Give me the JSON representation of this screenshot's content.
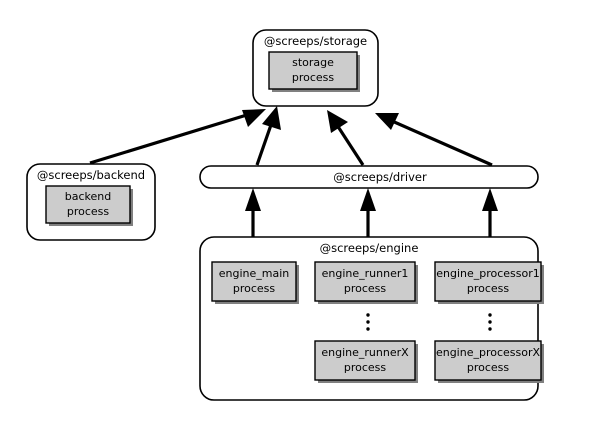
{
  "diagram": {
    "title_visible": false,
    "background_color": "#ffffff",
    "box_fill_color": "#cccccc",
    "line_color": "#000000",
    "groups": [
      {
        "id": "storage",
        "label": "@screeps/storage",
        "processes": [
          {
            "id": "storage-process",
            "line1": "storage",
            "line2": "process"
          }
        ]
      },
      {
        "id": "backend",
        "label": "@screeps/backend",
        "processes": [
          {
            "id": "backend-process",
            "line1": "backend",
            "line2": "process"
          }
        ]
      },
      {
        "id": "driver",
        "label": "@screeps/driver",
        "processes": []
      },
      {
        "id": "engine",
        "label": "@screeps/engine",
        "processes": [
          {
            "id": "engine-main",
            "line1": "engine_main",
            "line2": "process"
          },
          {
            "id": "engine-runner1",
            "line1": "engine_runner1",
            "line2": "process"
          },
          {
            "id": "engine-processor1",
            "line1": "engine_processor1",
            "line2": "process"
          },
          {
            "id": "engine-runnerx",
            "line1": "engine_runnerX",
            "line2": "process"
          },
          {
            "id": "engine-processorx",
            "line1": "engine_processorX",
            "line2": "process"
          }
        ],
        "ellipses": [
          {
            "id": "runner-ellipsis"
          },
          {
            "id": "processor-ellipsis"
          }
        ]
      }
    ],
    "connections": [
      {
        "id": "backend-to-storage",
        "from": "backend",
        "to": "storage"
      },
      {
        "id": "driver-to-storage-left",
        "from": "driver",
        "to": "storage"
      },
      {
        "id": "driver-to-storage-mid",
        "from": "driver",
        "to": "storage"
      },
      {
        "id": "driver-to-storage-right",
        "from": "driver",
        "to": "storage"
      },
      {
        "id": "engine-to-driver-left",
        "from": "engine",
        "to": "driver"
      },
      {
        "id": "engine-to-driver-mid",
        "from": "engine",
        "to": "driver"
      },
      {
        "id": "engine-to-driver-right",
        "from": "engine",
        "to": "driver"
      }
    ]
  }
}
